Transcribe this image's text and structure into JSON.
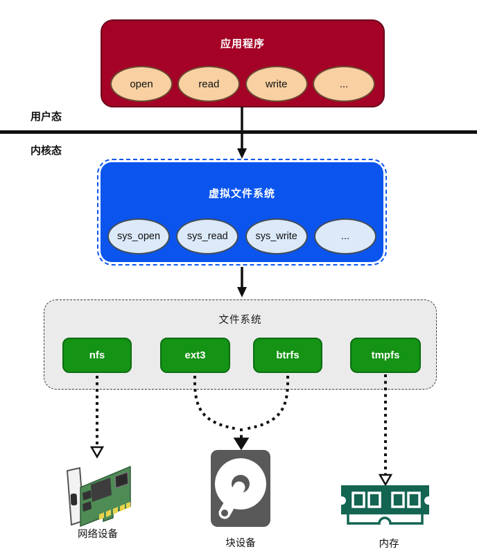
{
  "modes": {
    "user_mode_label": "用户态",
    "kernel_mode_label": "内核态"
  },
  "app": {
    "title": "应用程序",
    "calls": [
      "open",
      "read",
      "write",
      "..."
    ]
  },
  "vfs": {
    "title": "虚拟文件系统",
    "calls": [
      "sys_open",
      "sys_read",
      "sys_write",
      "..."
    ]
  },
  "fs": {
    "title": "文件系统",
    "filesystems": [
      "nfs",
      "ext3",
      "btrfs",
      "tmpfs"
    ]
  },
  "devices": {
    "network": {
      "label": "网络设备",
      "icon": "network-card-icon"
    },
    "block": {
      "label": "块设备",
      "icon": "hard-disk-icon"
    },
    "memory": {
      "label": "内存",
      "icon": "memory-stick-icon"
    }
  },
  "colors": {
    "app_layer_red": "#a40226",
    "vfs_layer_blue": "#0b55ee",
    "fs_item_green": "#149314",
    "syscall_pill_peach": "#f9d0a1",
    "vfs_pill_light_blue": "#dbe9f9",
    "fs_panel_gray": "#ebebeb",
    "memory_teal": "#136552",
    "divider_black": "#101010"
  }
}
